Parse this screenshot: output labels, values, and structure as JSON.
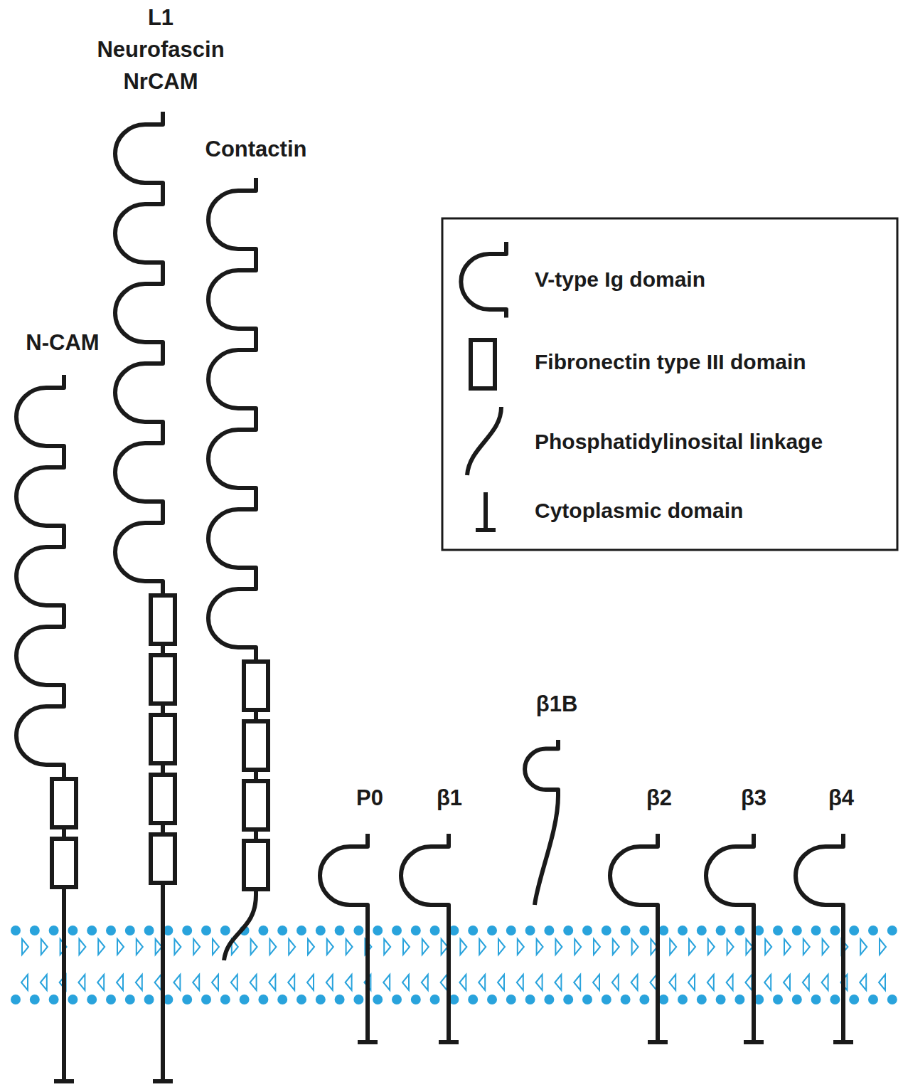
{
  "diagram": {
    "labels": [
      "L1",
      "Neurofascin",
      "NrCAM",
      "Contactin",
      "N-CAM",
      "P0",
      "β1",
      "β1B",
      "β2",
      "β3",
      "β4"
    ],
    "legend": [
      {
        "text": "V-type Ig domain"
      },
      {
        "text": "Fibronectin type III domain"
      },
      {
        "text": "Phosphatidylinosital linkage"
      },
      {
        "text": "Cytoplasmic domain"
      }
    ]
  }
}
